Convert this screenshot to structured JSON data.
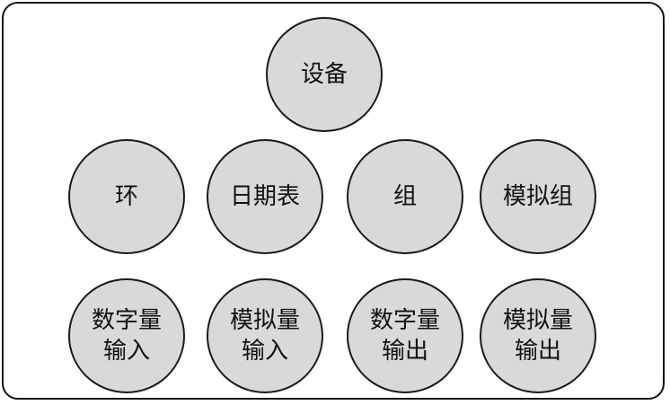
{
  "colors": {
    "node_fill": "#d9d9d9",
    "node_stroke": "#1a1a1a",
    "frame_stroke": "#111111",
    "text": "#111111"
  },
  "nodes": {
    "device": {
      "label": "设备"
    },
    "ring": {
      "label": "环"
    },
    "schedule": {
      "label": "日期表"
    },
    "group": {
      "label": "组"
    },
    "agroup": {
      "label": "模拟组"
    },
    "di": {
      "label": "数字量\n输入"
    },
    "ai": {
      "label": "模拟量\n输入"
    },
    "do": {
      "label": "数字量\n输出"
    },
    "ao": {
      "label": "模拟量\n输出"
    }
  }
}
